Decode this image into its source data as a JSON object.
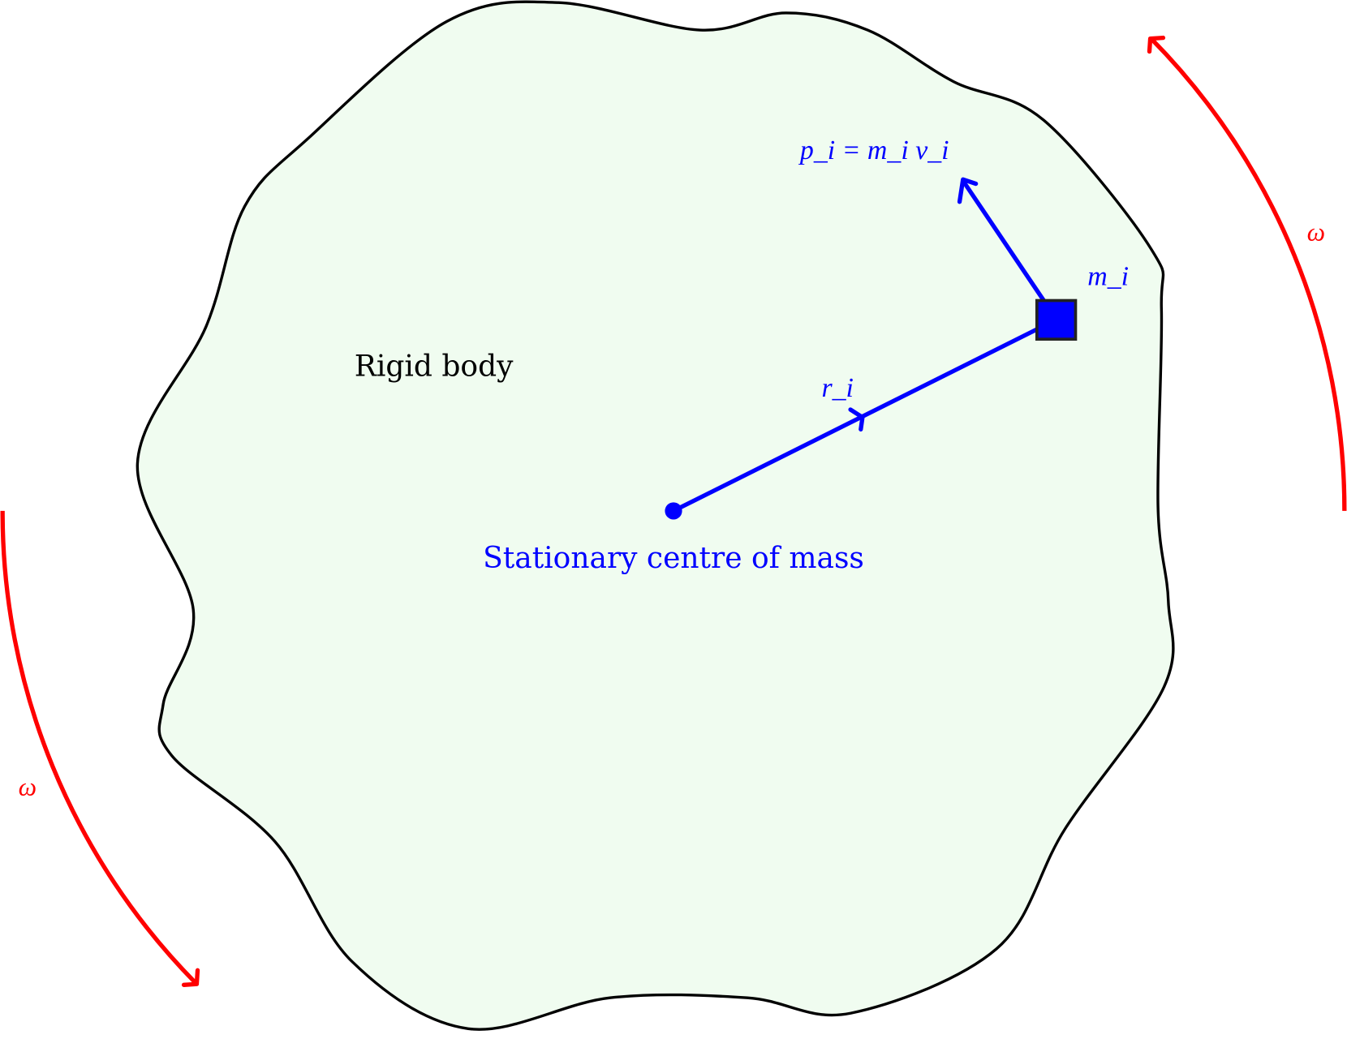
{
  "diagram": {
    "body_label": "Rigid body",
    "com_label": "Stationary centre of mass",
    "mass_label": "m_i",
    "position_label": "r_i",
    "momentum_label": "p_i = m_i v_i",
    "omega_label_right": "ω",
    "omega_label_left": "ω",
    "colors": {
      "body_fill": "#f0fcf0",
      "outline": "#000000",
      "vector": "#0000ff",
      "rotation": "#ff0000"
    }
  }
}
